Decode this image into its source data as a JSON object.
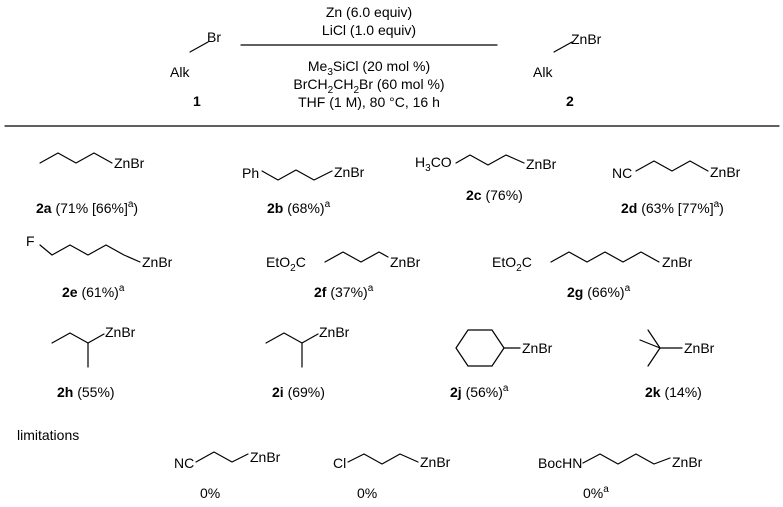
{
  "reaction": {
    "reactant_alk": "Alk",
    "reactant_br": "Br",
    "reactant_num": "1",
    "product_alk": "Alk",
    "product_znbr": "ZnBr",
    "product_num": "2",
    "cond_zn": "Zn (6.0 equiv)",
    "cond_licl": "LiCl (1.0 equiv)",
    "cond_tms_a": "Me",
    "cond_tms_sub": "3",
    "cond_tms_b": "SiCl (20 mol %)",
    "cond_dbe_a": "BrCH",
    "cond_dbe_sub1": "2",
    "cond_dbe_b": "CH",
    "cond_dbe_sub2": "2",
    "cond_dbe_c": "Br (60 mol %)",
    "cond_thf": "THF (1 M), 80 °C, 16 h"
  },
  "common": {
    "znbr": "ZnBr",
    "sup_a": "a"
  },
  "products": {
    "a": {
      "id": "2a",
      "yield": " (71% [66%]",
      "tail": ")"
    },
    "b": {
      "id": "2b",
      "yield": " (68%)",
      "group": "Ph"
    },
    "c": {
      "id": "2c",
      "yield": " (76%)",
      "group_a": "H",
      "group_sub": "3",
      "group_b": "CO"
    },
    "d": {
      "id": "2d",
      "yield": " (63% [77%]",
      "tail": ")",
      "group": "NC"
    },
    "e": {
      "id": "2e",
      "yield": " (61%)",
      "group": "F"
    },
    "f": {
      "id": "2f",
      "yield": " (37%)",
      "group_a": "EtO",
      "group_sub": "2",
      "group_b": "C"
    },
    "g": {
      "id": "2g",
      "yield": " (66%)",
      "group_a": "EtO",
      "group_sub": "2",
      "group_b": "C"
    },
    "h": {
      "id": "2h",
      "yield": " (55%)"
    },
    "i": {
      "id": "2i",
      "yield": " (69%)"
    },
    "j": {
      "id": "2j",
      "yield": " (56%)"
    },
    "k": {
      "id": "2k",
      "yield": " (14%)"
    }
  },
  "limitations": {
    "title": "limitations",
    "l1": {
      "group": "NC",
      "yield": "0%"
    },
    "l2": {
      "group": "Cl",
      "yield": "0%"
    },
    "l3": {
      "group": "BocHN",
      "yield": "0%"
    }
  }
}
